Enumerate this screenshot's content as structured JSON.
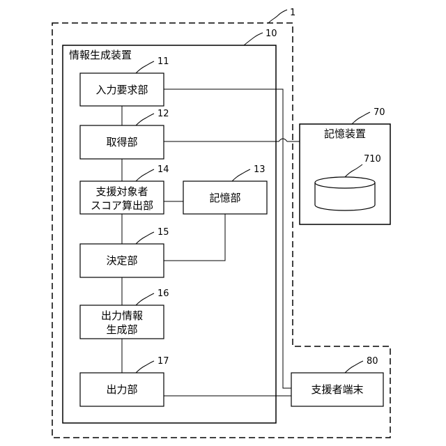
{
  "figure": {
    "system_ref": "1",
    "device": {
      "ref": "10",
      "title": "情報生成装置"
    },
    "blocks": [
      {
        "id": "input-request",
        "ref": "11",
        "label": [
          "入力要求部"
        ]
      },
      {
        "id": "acquisition",
        "ref": "12",
        "label": [
          "取得部"
        ]
      },
      {
        "id": "storage",
        "ref": "13",
        "label": [
          "記憶部"
        ]
      },
      {
        "id": "score-calc",
        "ref": "14",
        "label": [
          "支援対象者",
          "スコア算出部"
        ]
      },
      {
        "id": "decision",
        "ref": "15",
        "label": [
          "決定部"
        ]
      },
      {
        "id": "output-info",
        "ref": "16",
        "label": [
          "出力情報",
          "生成部"
        ]
      },
      {
        "id": "output",
        "ref": "17",
        "label": [
          "出力部"
        ]
      }
    ],
    "storage_device": {
      "ref": "70",
      "title": "記憶装置",
      "db_ref": "710"
    },
    "supporter_terminal": {
      "ref": "80",
      "label": "支援者端末"
    }
  }
}
